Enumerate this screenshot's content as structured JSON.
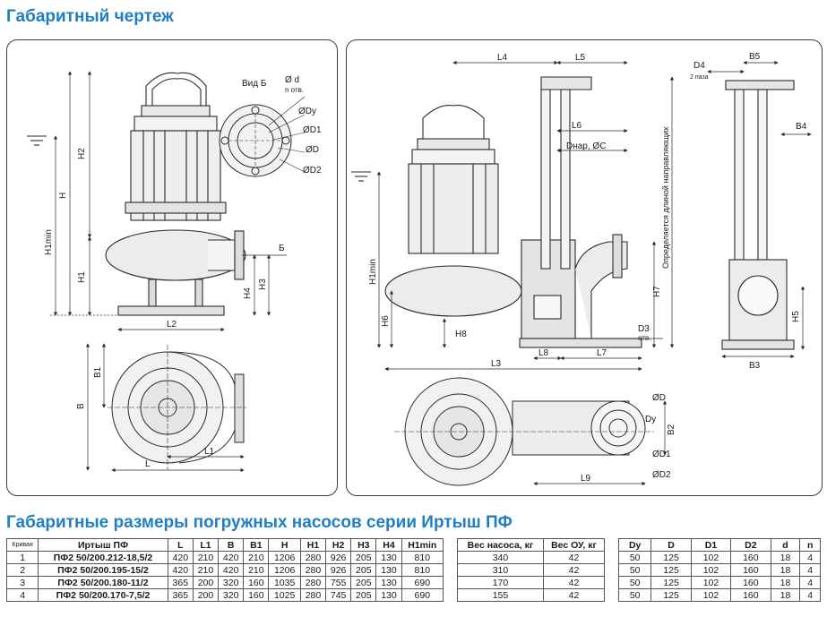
{
  "title_main": "Габаритный чертеж",
  "title_table": "Габаритные  размеры погружных насосов серии Иртыш ПФ",
  "left_view": {
    "view_label": "Вид Б",
    "dims": {
      "H2": "H2",
      "H": "H",
      "H1min": "H1min",
      "H1": "H1",
      "H4": "H4",
      "H3": "H3",
      "L2": "L2",
      "B": "Б",
      "B1": "B1",
      "Bmain": "B",
      "L": "L",
      "L1": "L1"
    },
    "flange_labels": [
      "Ø d",
      "n отв.",
      "ØDy",
      "ØD1",
      "ØD",
      "ØD2"
    ]
  },
  "right_view": {
    "dims": {
      "L4": "L4",
      "L5": "L5",
      "L6": "L6",
      "Dnar": "Dнар, ØС",
      "H1min": "H1min",
      "H6": "H6",
      "H8": "H8",
      "H7": "H7",
      "D3": "D3",
      "D3sub": "отв.",
      "L3": "L3",
      "L8": "L8",
      "L7": "L7",
      "L9": "L9",
      "D4": "D4",
      "D4sub": "2 паза",
      "B5": "B5",
      "B4": "B4",
      "H5": "H5",
      "B3": "B3",
      "B2": "B2",
      "guide": "Определяется длиной направляющих",
      "phiD": "ØD",
      "Dy": "Dy",
      "phiD1": "ØD1",
      "phiD2": "ØD2"
    }
  },
  "table_main": {
    "headers": [
      "Кривая",
      "Иртыш ПФ",
      "L",
      "L1",
      "B",
      "B1",
      "H",
      "H1",
      "H2",
      "H3",
      "H4",
      "H1min"
    ],
    "rows": [
      [
        "1",
        "ПФ2 50/200.212-18,5/2",
        "420",
        "210",
        "420",
        "210",
        "1206",
        "280",
        "926",
        "205",
        "130",
        "810"
      ],
      [
        "2",
        "ПФ2 50/200.195-15/2",
        "420",
        "210",
        "420",
        "210",
        "1206",
        "280",
        "926",
        "205",
        "130",
        "810"
      ],
      [
        "3",
        "ПФ2 50/200.180-11/2",
        "365",
        "200",
        "320",
        "160",
        "1035",
        "280",
        "755",
        "205",
        "130",
        "690"
      ],
      [
        "4",
        "ПФ2 50/200.170-7,5/2",
        "365",
        "200",
        "320",
        "160",
        "1025",
        "280",
        "745",
        "205",
        "130",
        "690"
      ]
    ]
  },
  "table_weight": {
    "headers": [
      "Вес насоса, кг",
      "Вес ОУ, кг"
    ],
    "rows": [
      [
        "340",
        "42"
      ],
      [
        "310",
        "42"
      ],
      [
        "170",
        "42"
      ],
      [
        "155",
        "42"
      ]
    ]
  },
  "table_flange": {
    "headers": [
      "Dy",
      "D",
      "D1",
      "D2",
      "d",
      "n"
    ],
    "rows": [
      [
        "50",
        "125",
        "102",
        "160",
        "18",
        "4"
      ],
      [
        "50",
        "125",
        "102",
        "160",
        "18",
        "4"
      ],
      [
        "50",
        "125",
        "102",
        "160",
        "18",
        "4"
      ],
      [
        "50",
        "125",
        "102",
        "160",
        "18",
        "4"
      ]
    ]
  },
  "colors": {
    "accent": "#1f7fc4",
    "line": "#2a2a2a",
    "fill": "#e9e9e9"
  }
}
